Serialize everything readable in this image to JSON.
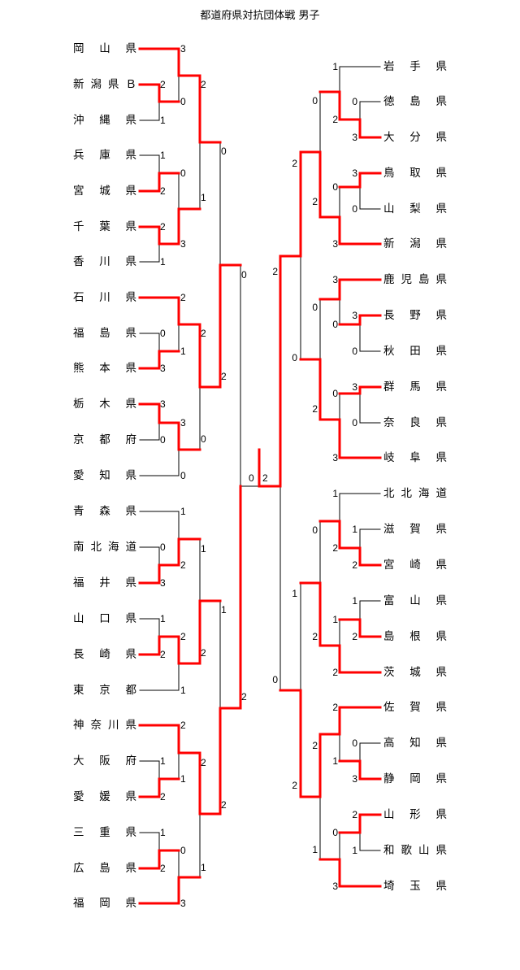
{
  "title": "都道府県対抗団体戦  男子",
  "colors": {
    "winner_line": "#ff0000",
    "line": "#000000"
  },
  "left_teams": [
    "岡山県",
    "新潟県Ｂ",
    "沖縄県",
    "兵庫県",
    "宮城県",
    "千葉県",
    "香川県",
    "石川県",
    "福島県",
    "熊本県",
    "栃木県",
    "京都府",
    "愛知県",
    "青森県",
    "南北海道",
    "福井県",
    "山口県",
    "長崎県",
    "東京都",
    "神奈川県",
    "大阪府",
    "愛媛県",
    "三重県",
    "広島県",
    "福岡県"
  ],
  "right_teams": [
    "岩手県",
    "徳島県",
    "大分県",
    "鳥取県",
    "山梨県",
    "新潟県",
    "鹿児島県",
    "長野県",
    "秋田県",
    "群馬県",
    "奈良県",
    "岐阜県",
    "北北海道",
    "滋賀県",
    "宮崎県",
    "富山県",
    "島根県",
    "茨城県",
    "佐賀県",
    "高知県",
    "静岡県",
    "山形県",
    "和歌山県",
    "埼玉県"
  ],
  "left_scores": [
    "3",
    "2",
    "0",
    "1",
    "2",
    "1",
    "0",
    "2",
    "1",
    "2",
    "3",
    "1",
    "0",
    "2",
    "0",
    "1",
    "3",
    "2",
    "3",
    "3",
    "0",
    "0",
    "0",
    "2",
    "0",
    "1",
    "0",
    "2",
    "3",
    "1",
    "1",
    "2",
    "2",
    "2",
    "1",
    "1",
    "2",
    "2",
    "1",
    "1",
    "2",
    "2",
    "2",
    "1",
    "0",
    "2",
    "1",
    "3"
  ],
  "final_scores": [
    "0",
    "2"
  ],
  "right_scores": [
    "1",
    "0",
    "2",
    "3",
    "0",
    "3",
    "0",
    "0",
    "2",
    "3",
    "2",
    "2",
    "3",
    "0",
    "3",
    "0",
    "0",
    "0",
    "3",
    "0",
    "2",
    "0",
    "3",
    "1",
    "0",
    "1",
    "2",
    "2",
    "1",
    "1",
    "1",
    "2",
    "2",
    "2",
    "0",
    "2",
    "2",
    "0",
    "1",
    "3",
    "2",
    "2",
    "0",
    "1",
    "1",
    "3"
  ]
}
